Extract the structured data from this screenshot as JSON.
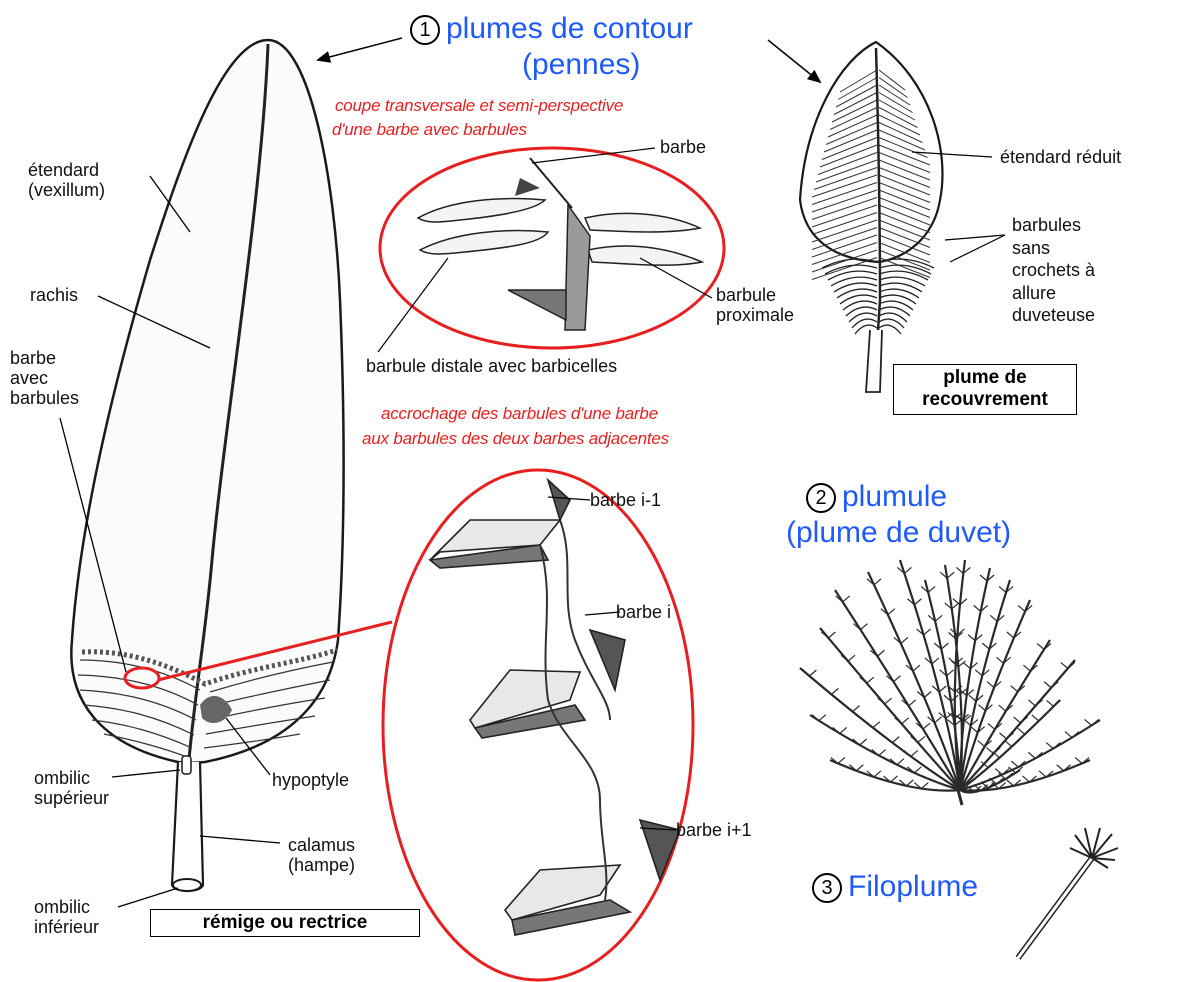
{
  "sections": {
    "contour": {
      "number": "1",
      "title_line1": "plumes de contour",
      "title_line2": "(pennes)"
    },
    "plumule": {
      "number": "2",
      "title_line1": "plumule",
      "title_line2": "(plume de duvet)"
    },
    "filoplume": {
      "number": "3",
      "title": "Filoplume"
    }
  },
  "captions": {
    "cross_section_line1": "coupe transversale et semi-perspective",
    "cross_section_line2": "d'une barbe avec barbules",
    "hooking_line1": "accrochage des barbules d'une barbe",
    "hooking_line2": "aux barbules des deux barbes adjacentes"
  },
  "remige_labels": {
    "etendard_line1": "étendard",
    "etendard_line2": "(vexillum)",
    "rachis": "rachis",
    "barbe_line1": "barbe",
    "barbe_line2": "avec",
    "barbe_line3": "barbules",
    "hypoptyle": "hypoptyle",
    "ombilic_sup_line1": "ombilic",
    "ombilic_sup_line2": "supérieur",
    "calamus_line1": "calamus",
    "calamus_line2": "(hampe)",
    "ombilic_inf_line1": "ombilic",
    "ombilic_inf_line2": "inférieur",
    "box": "rémige ou rectrice"
  },
  "section_labels": {
    "barbe": "barbe",
    "barbule_proximale_line1": "barbule",
    "barbule_proximale_line2": "proximale",
    "barbule_distale": "barbule distale avec barbicelles"
  },
  "hooking_labels": {
    "barbe_prev": "barbe i-1",
    "barbe_i": "barbe i",
    "barbe_next": "barbe i+1"
  },
  "covert_labels": {
    "etendard_reduit": "étendard réduit",
    "barbules_line1": "barbules",
    "barbules_line2": "sans",
    "barbules_line3": "crochets à",
    "barbules_line4": "allure",
    "barbules_line5": "duveteuse",
    "box_line1": "plume de",
    "box_line2": "recouvrement"
  },
  "colors": {
    "title_blue": "#1f5aff",
    "caption_red": "#e62020",
    "ink": "#1a1a1a"
  }
}
